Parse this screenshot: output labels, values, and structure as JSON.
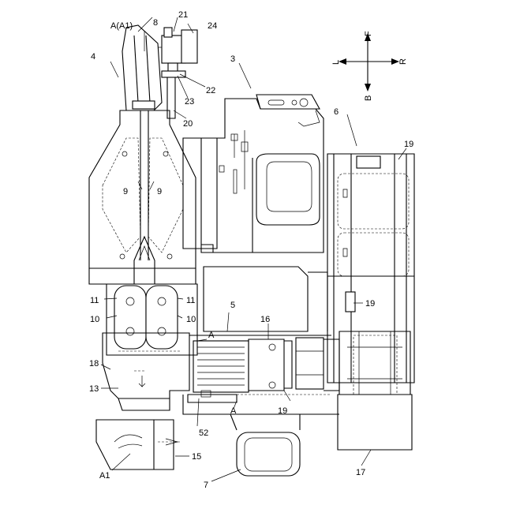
{
  "labels": {
    "a_a1": "A(A1)",
    "n4": "4",
    "n8": "8",
    "n21": "21",
    "n24": "24",
    "n22": "22",
    "n23": "23",
    "n20": "20",
    "n3": "3",
    "n6": "6",
    "n19_top": "19",
    "n9_left": "9",
    "n9_right": "9",
    "n11_left": "11",
    "n11_right": "11",
    "n10_left": "10",
    "n10_right": "10",
    "n5": "5",
    "n16": "16",
    "a_upper": "A",
    "n19_mid": "19",
    "n18": "18",
    "n13": "13",
    "n52": "52",
    "a_lower": "A",
    "n19_low": "19",
    "a1": "A1",
    "n15": "15",
    "n7": "7",
    "n17": "17"
  },
  "compass": {
    "forward": "F",
    "back": "B",
    "left": "L",
    "right": "R"
  }
}
